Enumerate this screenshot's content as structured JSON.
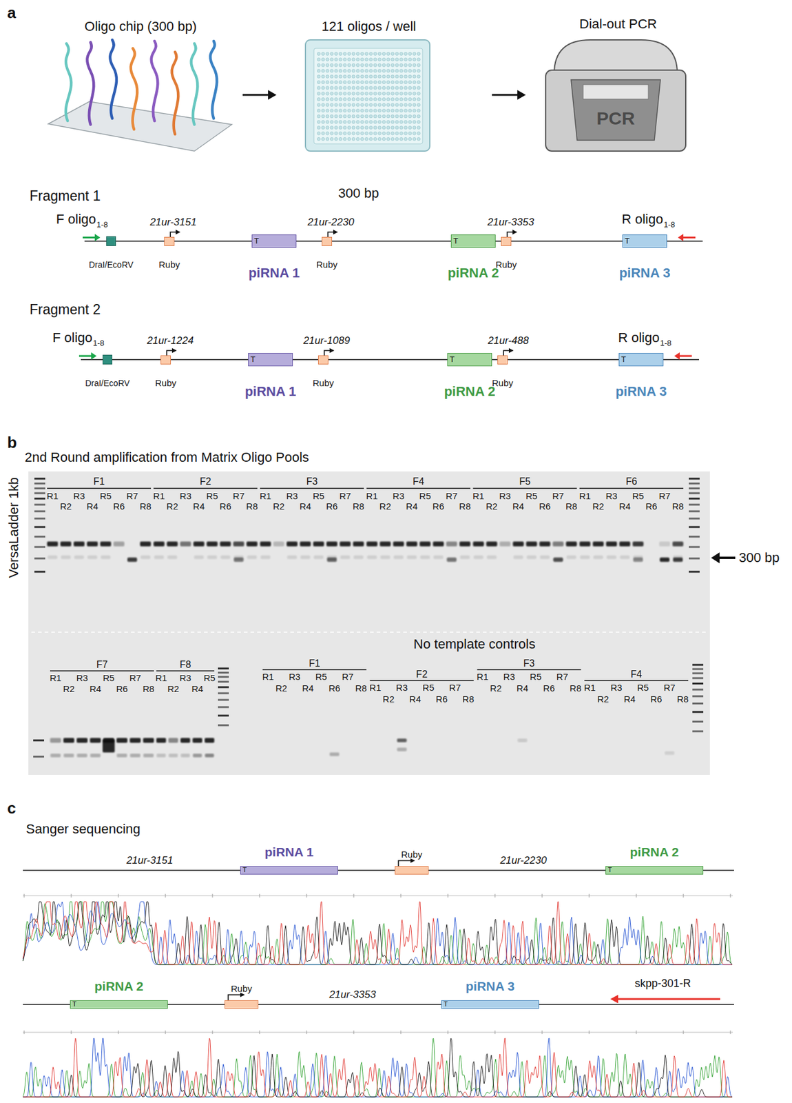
{
  "diagram": {
    "nodes": [
      {
        "text": [
          "DraI/EcoRV"
        ]
      },
      {
        "text": [
          "Ruby"
        ]
      },
      {
        "text": [
          "T",
          "piRNA 1"
        ]
      },
      {
        "text": [
          "Ruby"
        ]
      },
      {
        "text": [
          "T",
          "piRNA 2"
        ]
      },
      {
        "text": [
          "Ruby"
        ]
      },
      {
        "text": [
          "T",
          "piRNA 3"
        ]
      },
      {
        "text": [
          "DraI/EcoRV"
        ]
      },
      {
        "text": [
          "Ruby"
        ]
      },
      {
        "text": [
          "T",
          "piRNA 1"
        ]
      },
      {
        "text": [
          "Ruby"
        ]
      },
      {
        "text": [
          "T",
          "piRNA 2"
        ]
      },
      {
        "text": [
          "Ruby"
        ]
      },
      {
        "text": [
          "T",
          "piRNA 3"
        ]
      },
      {
        "text": [
          "piRNA 1",
          "T"
        ]
      },
      {
        "text": [
          "Ruby"
        ]
      },
      {
        "text": [
          "piRNA 2",
          "T"
        ]
      },
      {
        "text": [
          "piRNA 2",
          "T"
        ]
      },
      {
        "text": [
          "Ruby"
        ]
      },
      {
        "text": [
          "piRNA 3",
          "T"
        ]
      }
    ],
    "labels": [
      "a",
      "Oligo chip (300 bp)",
      "121 oligos / well",
      "Dial-out PCR",
      "PCR",
      "Fragment 1",
      "300 bp",
      "F oligo",
      "1-8",
      "21ur-3151",
      "21ur-2230",
      "21ur-3353",
      "R oligo",
      "1-8",
      "Fragment 2",
      "F oligo",
      "1-8",
      "21ur-1224",
      "21ur-1089",
      "21ur-488",
      "R oligo",
      "1-8",
      "b",
      "2nd Round amplification from Matrix Oligo Pools",
      "VersaLadder 1kb",
      "300 bp",
      "F1",
      "R1",
      "R2",
      "R3",
      "R4",
      "R5",
      "R6",
      "R7",
      "R8",
      "F2",
      "R1",
      "R2",
      "R3",
      "R4",
      "R5",
      "R6",
      "R7",
      "R8",
      "F3",
      "R1",
      "R2",
      "R3",
      "R4",
      "R5",
      "R6",
      "R7",
      "R8",
      "F4",
      "R1",
      "R2",
      "R3",
      "R4",
      "R5",
      "R6",
      "R7",
      "R8",
      "F5",
      "R1",
      "R2",
      "R3",
      "R4",
      "R5",
      "R6",
      "R7",
      "R8",
      "F6",
      "R1",
      "R2",
      "R3",
      "R4",
      "R5",
      "R6",
      "R7",
      "R8",
      "F7",
      "R1",
      "R2",
      "R3",
      "R4",
      "R5",
      "R6",
      "R7",
      "R8",
      "F8",
      "R1",
      "R2",
      "R3",
      "R4",
      "R5",
      "No template controls",
      "F1",
      "R1",
      "R2",
      "R3",
      "R4",
      "R5",
      "R6",
      "R7",
      "R8",
      "F2",
      "R1",
      "R2",
      "R3",
      "R4",
      "R5",
      "R6",
      "R7",
      "R8",
      "F3",
      "R1",
      "R2",
      "R3",
      "R4",
      "R5",
      "R6",
      "R7",
      "R8",
      "F4",
      "R1",
      "R2",
      "R3",
      "R4",
      "R5",
      "R6",
      "R7",
      "R8",
      "c",
      "Sanger sequencing",
      "21ur-3151",
      "21ur-2230",
      "21ur-3353",
      "skpp-301-R"
    ]
  }
}
